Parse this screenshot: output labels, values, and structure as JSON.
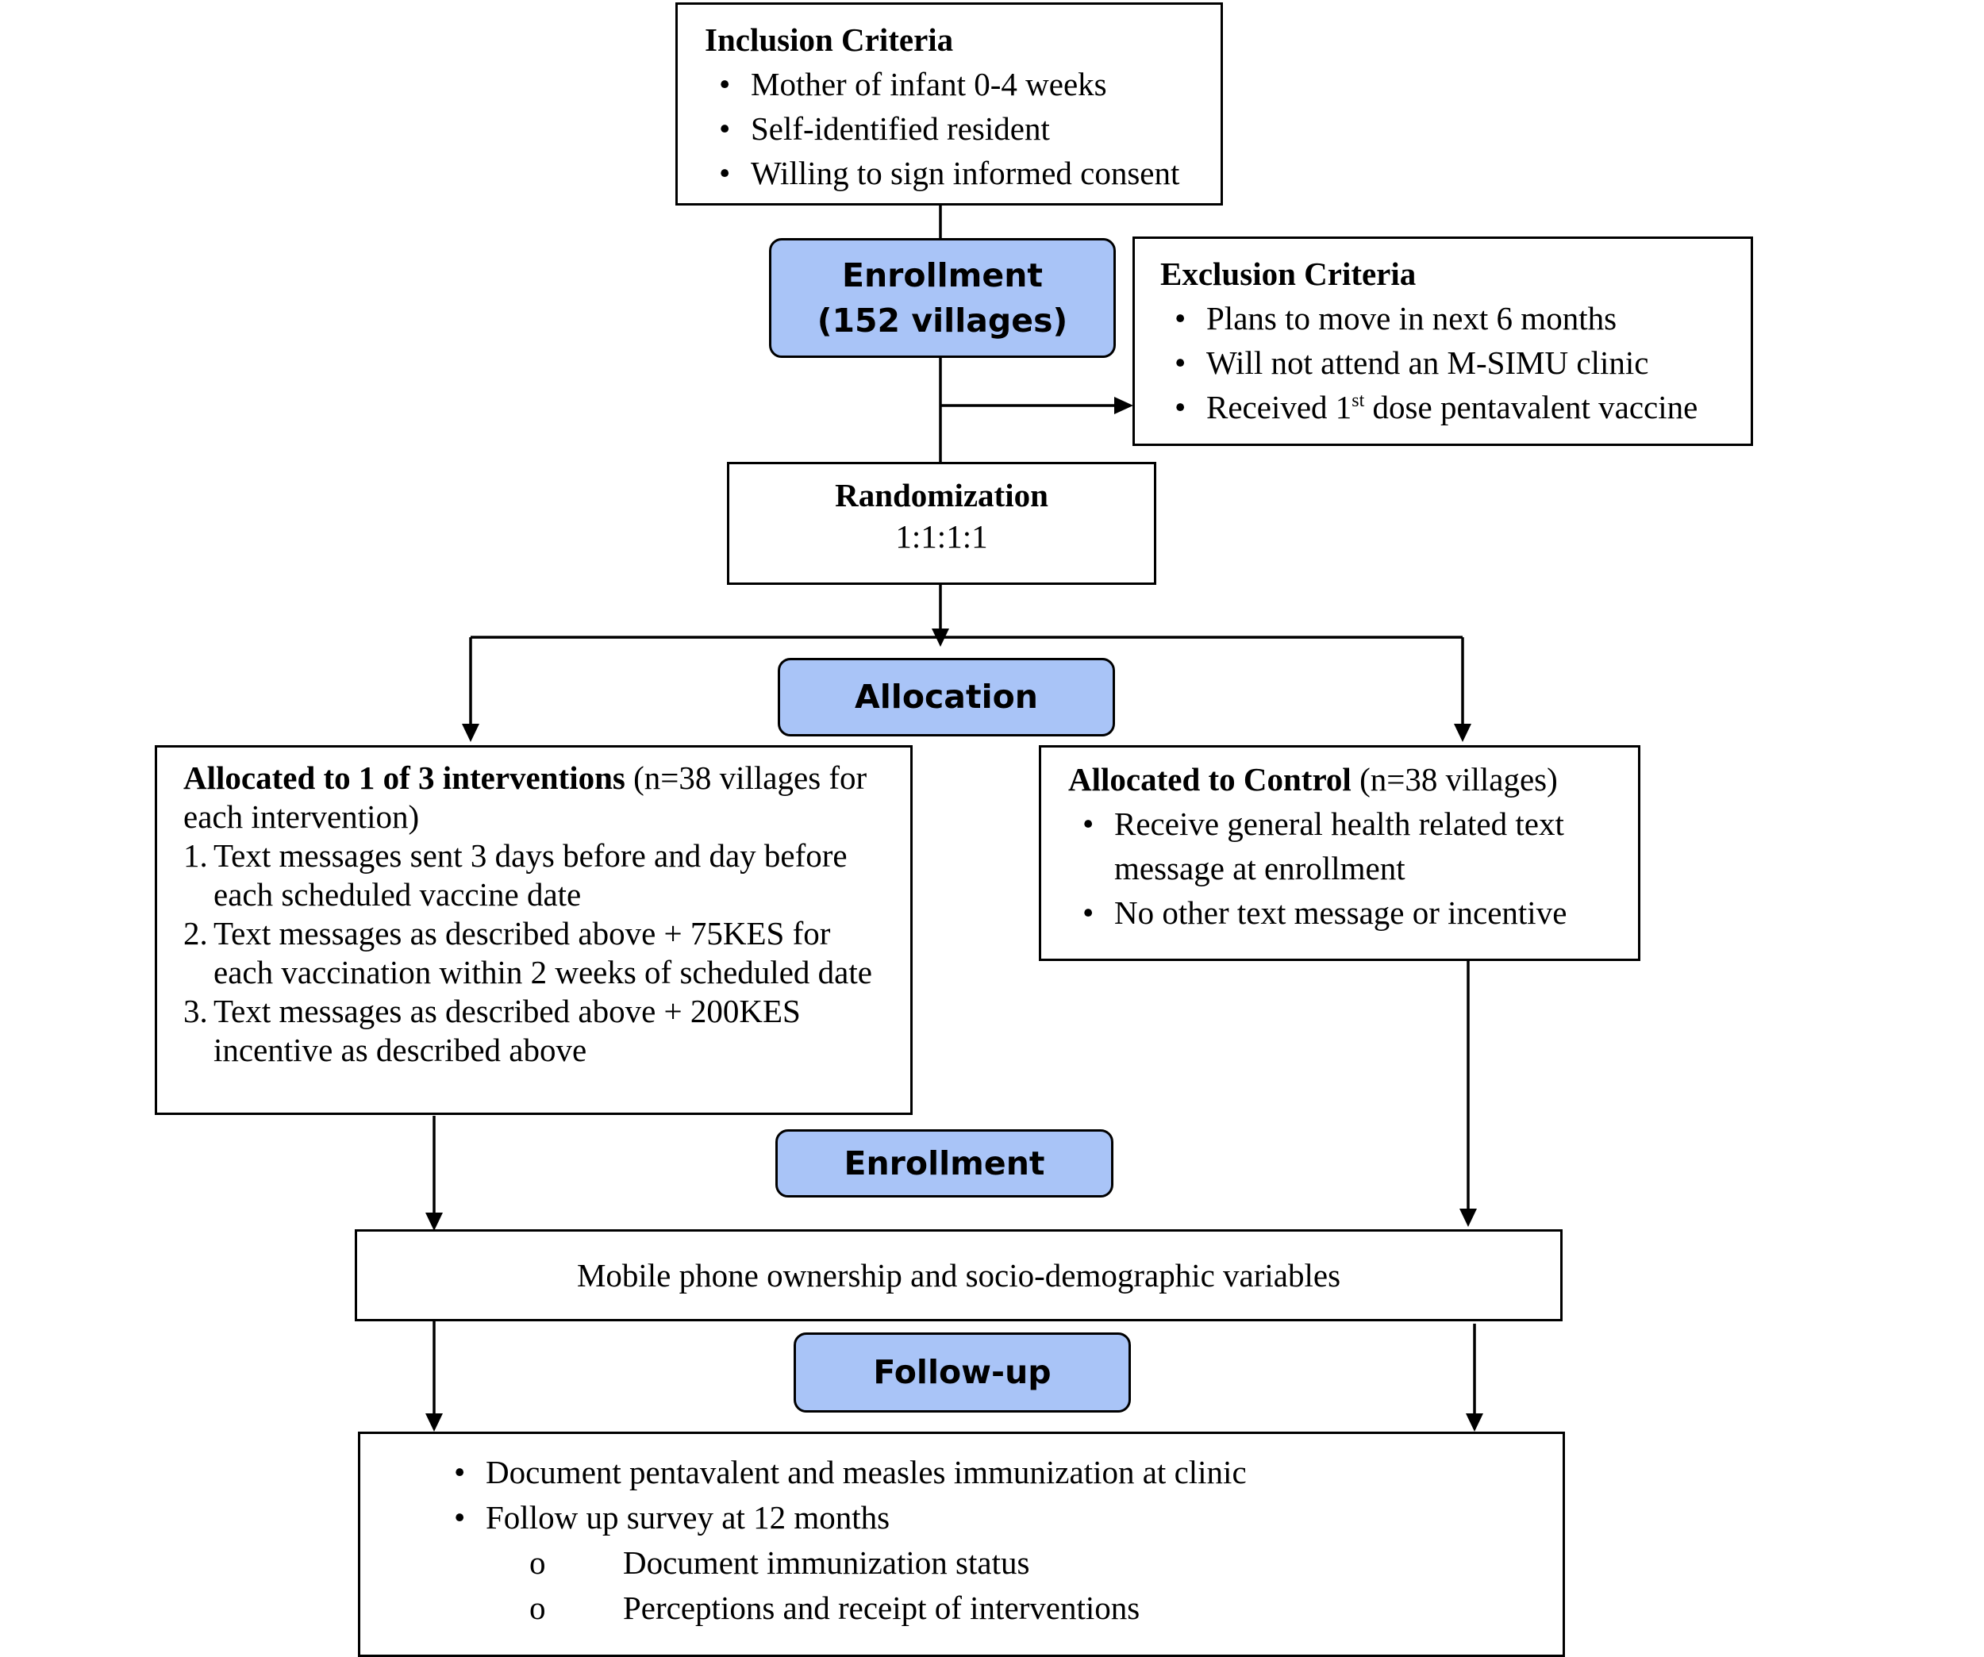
{
  "colors": {
    "stage_fill": "#a9c4f7",
    "line": "#000000"
  },
  "inclusion": {
    "title": "Inclusion Criteria",
    "items": [
      "Mother of infant 0-4 weeks",
      "Self-identified resident",
      "Willing to sign informed consent"
    ]
  },
  "enrollment_top": {
    "line1": "Enrollment",
    "line2": "(152 villages)"
  },
  "exclusion": {
    "title": "Exclusion Criteria",
    "items": [
      "Plans to move in next 6 months",
      "Will not attend an M-SIMU clinic"
    ],
    "item3_pre": "Received 1",
    "item3_sup": "st",
    "item3_post": " dose pentavalent vaccine"
  },
  "randomization": {
    "title": "Randomization",
    "ratio": "1:1:1:1"
  },
  "allocation": {
    "label": "Allocation"
  },
  "interventions": {
    "title": "Allocated to 1 of 3 interventions",
    "title_suffix": " (n=38 villages for each intervention)",
    "items": [
      {
        "num": "1.",
        "text": "Text messages sent 3 days before and day before each scheduled vaccine date"
      },
      {
        "num": "2.",
        "text": "Text messages as described above + 75KES for each vaccination within 2 weeks of scheduled date"
      },
      {
        "num": "3.",
        "text": "Text messages as described above + 200KES incentive as described above"
      }
    ]
  },
  "control": {
    "title": "Allocated to Control",
    "title_suffix": " (n=38 villages)",
    "items": [
      "Receive general health related text message at enrollment",
      "No other text message or incentive"
    ]
  },
  "enrollment_mid": {
    "label": "Enrollment"
  },
  "mobile": {
    "text": "Mobile phone ownership and socio-demographic variables"
  },
  "followup": {
    "label": "Follow-up"
  },
  "final": {
    "items": [
      "Document pentavalent and measles immunization at clinic",
      "Follow up survey at 12 months"
    ],
    "subitems": [
      "Document immunization status",
      "Perceptions and receipt of interventions"
    ]
  }
}
